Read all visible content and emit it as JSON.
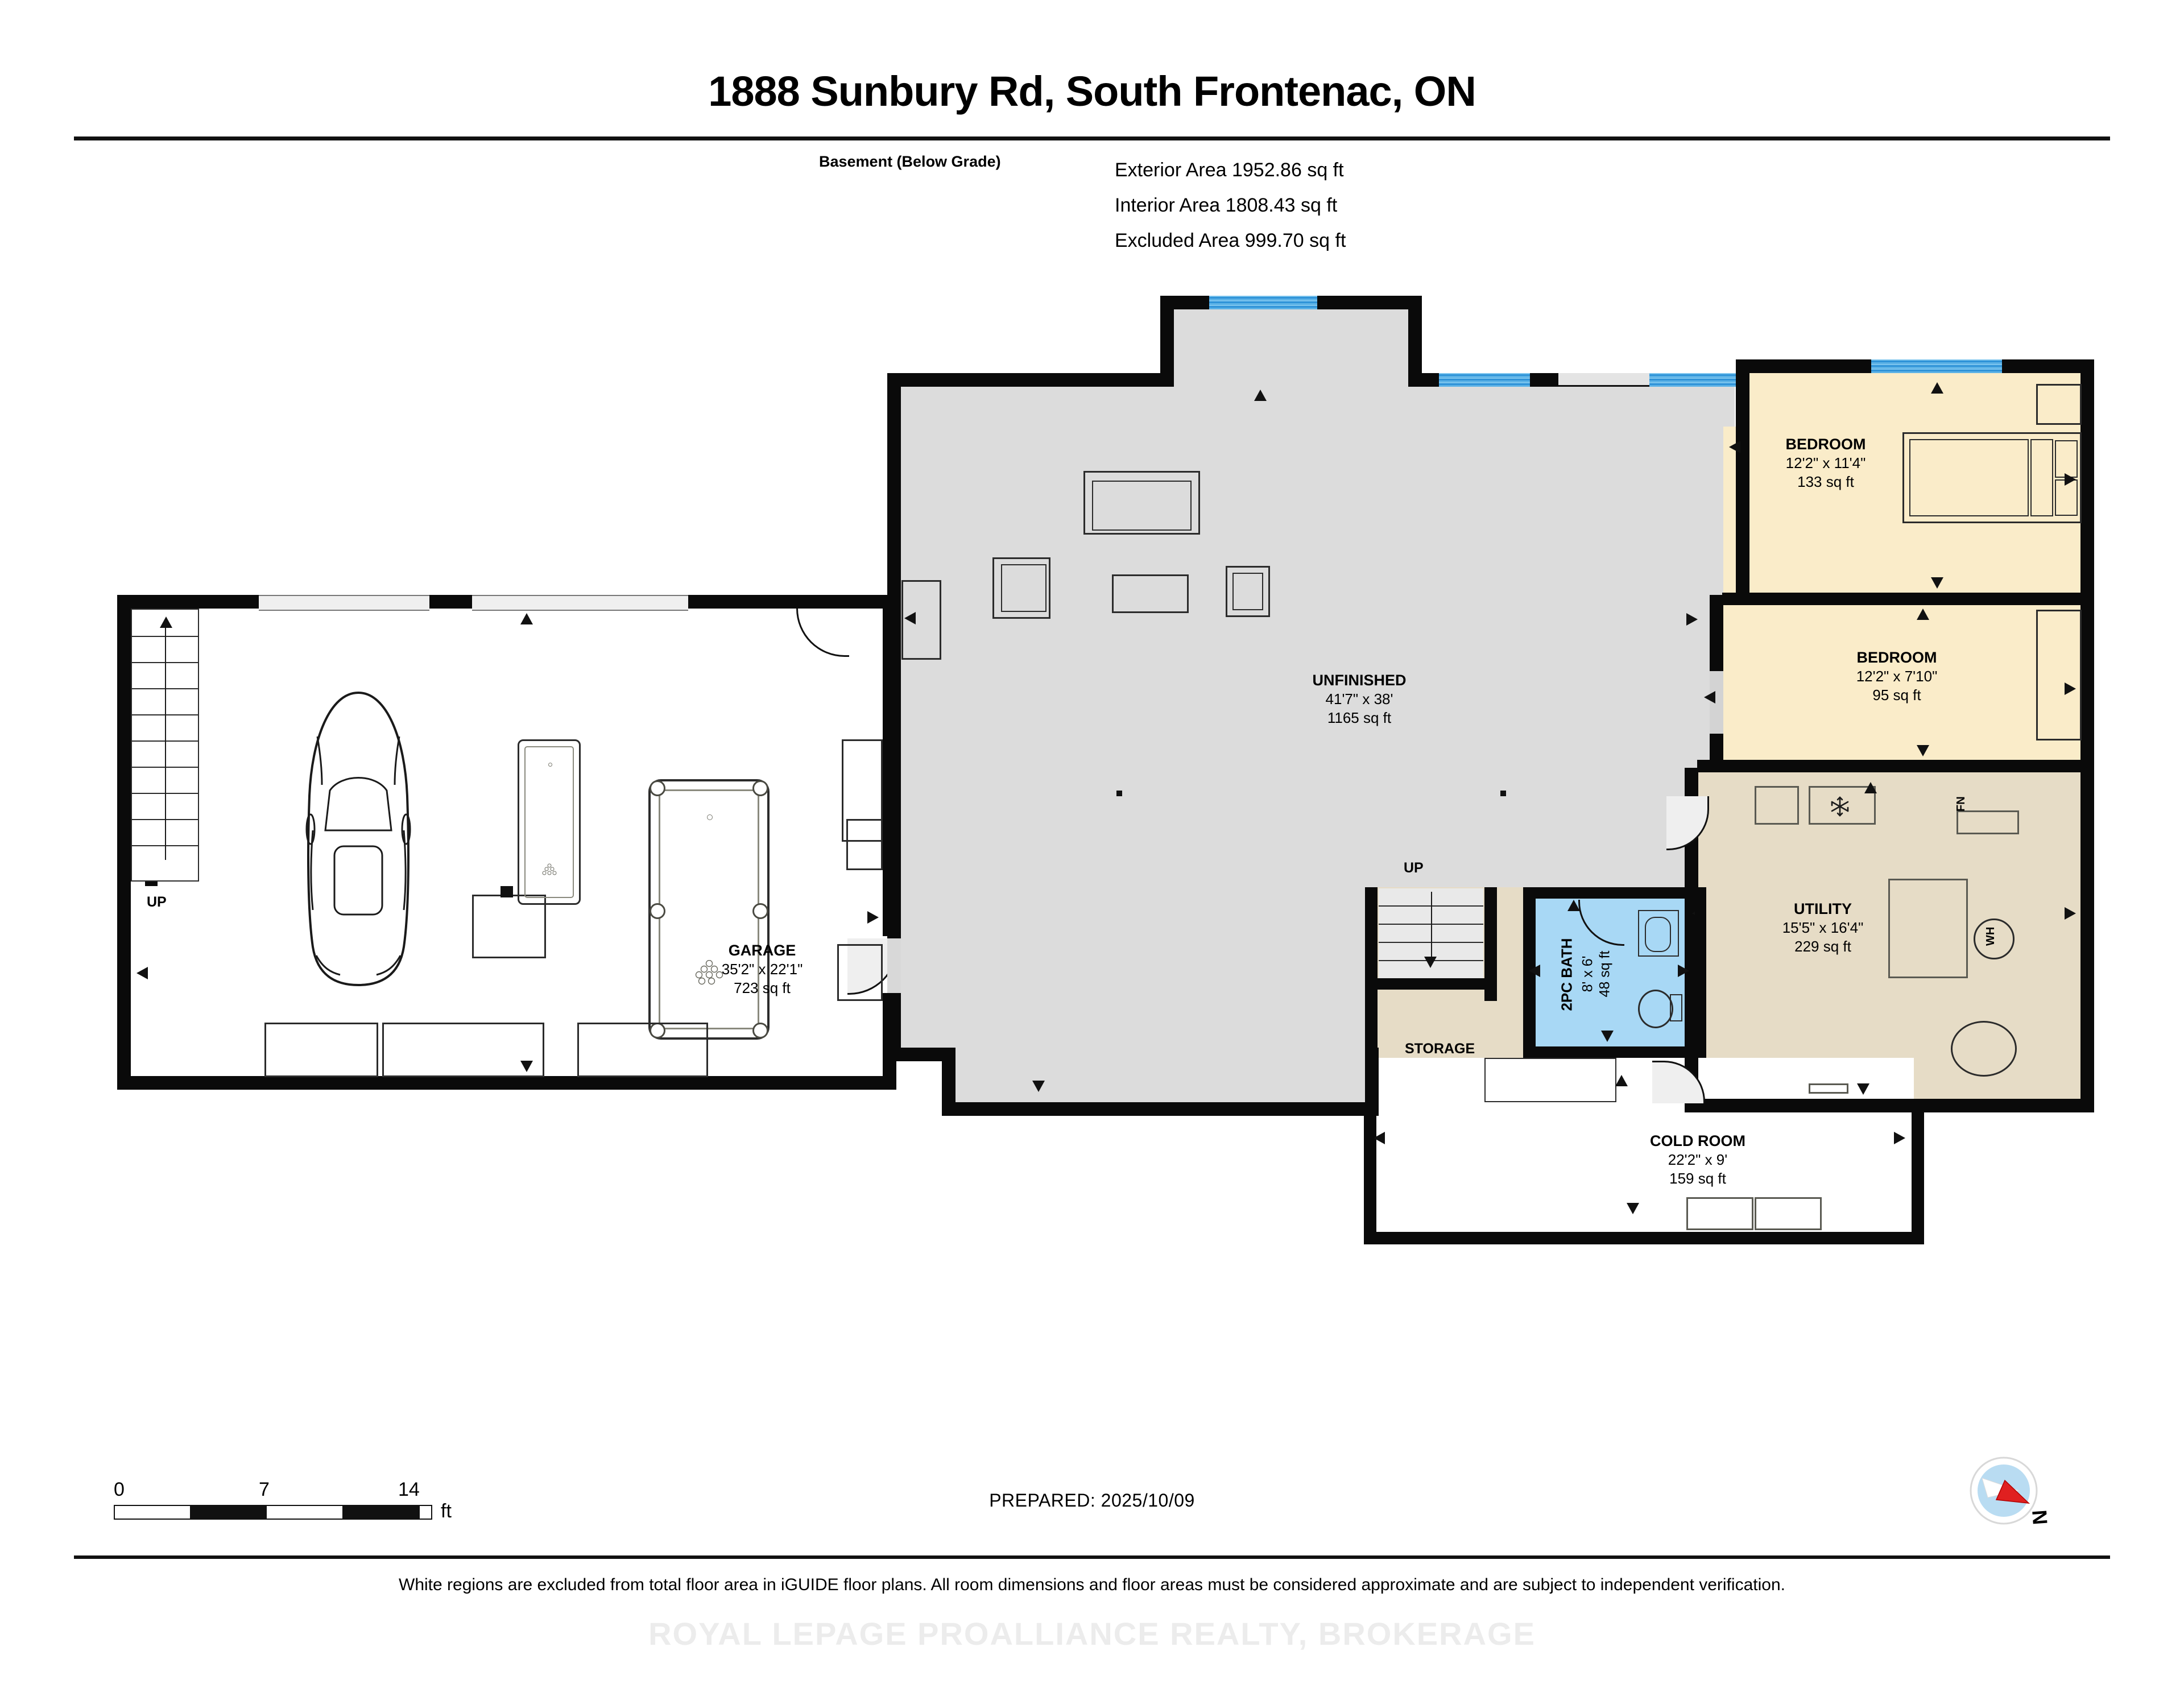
{
  "header": {
    "title": "1888 Sunbury Rd, South Frontenac, ON",
    "level_label": "Basement (Below Grade)",
    "areas": [
      "Exterior Area 1952.86 sq ft",
      "Interior Area 1808.43 sq ft",
      "Excluded Area 999.70 sq ft"
    ]
  },
  "rooms": {
    "unfinished": {
      "name": "UNFINISHED",
      "dimensions": "41'7\" x 38'",
      "area": "1165 sq ft"
    },
    "garage": {
      "name": "GARAGE",
      "dimensions": "35'2\" x 22'1\"",
      "area": "723 sq ft"
    },
    "bedroom1": {
      "name": "BEDROOM",
      "dimensions": "12'2\" x 11'4\"",
      "area": "133 sq ft"
    },
    "bedroom2": {
      "name": "BEDROOM",
      "dimensions": "12'2\" x 7'10\"",
      "area": "95 sq ft"
    },
    "utility": {
      "name": "UTILITY",
      "dimensions": "15'5\" x 16'4\"",
      "area": "229 sq ft"
    },
    "bath": {
      "name": "2PC BATH",
      "dimensions": "8' x 6'",
      "area": "48 sq ft"
    },
    "coldroom": {
      "name": "COLD ROOM",
      "dimensions": "22'2\" x 9'",
      "area": "159 sq ft"
    },
    "storage": {
      "name": "STORAGE"
    }
  },
  "markers": {
    "up_garage": "UP",
    "up_stairs": "UP",
    "furnace": "FN",
    "water_heater": "WH"
  },
  "scale": {
    "ticks": [
      "0",
      "7",
      "14"
    ],
    "unit": "ft"
  },
  "footer": {
    "prepared": "PREPARED: 2025/10/09",
    "disclaimer": "White regions are excluded from total floor area in iGUIDE floor plans. All room dimensions and floor areas must be considered approximate and are subject to independent verification.",
    "watermark": "ROYAL LEPAGE PROALLIANCE REALTY, BROKERAGE",
    "compass_north": "N"
  },
  "colors": {
    "wall": "#0a0a0a",
    "unfinished_fill": "#dcdcdc",
    "bedroom_fill": "#faecc9",
    "utility_fill": "#e6dcc6",
    "bath_fill": "#a8d8f5",
    "window": "#3a9fe0"
  }
}
